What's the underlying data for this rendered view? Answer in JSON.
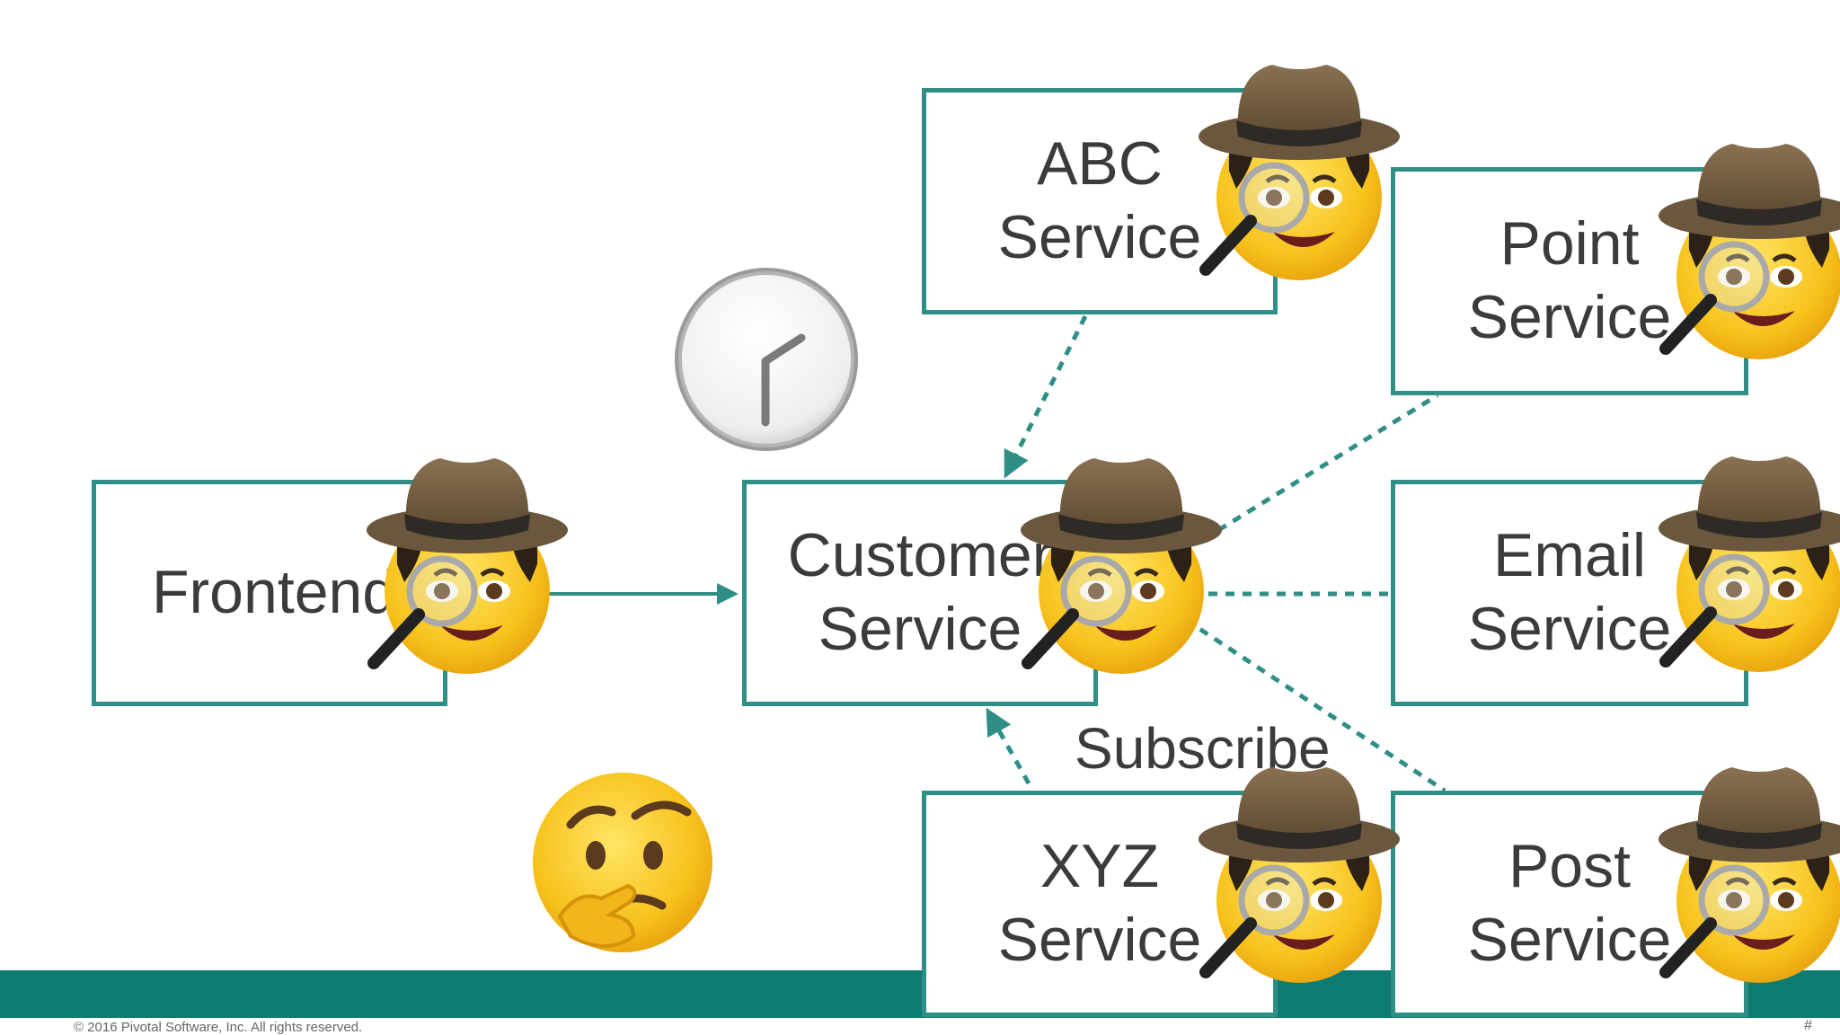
{
  "nodes": {
    "frontend": {
      "line1": "Frontend",
      "line2": ""
    },
    "customer": {
      "line1": "Customer",
      "line2": "Service"
    },
    "abc": {
      "line1": "ABC",
      "line2": "Service"
    },
    "point": {
      "line1": "Point",
      "line2": "Service"
    },
    "email": {
      "line1": "Email",
      "line2": "Service"
    },
    "xyz": {
      "line1": "XYZ",
      "line2": "Service"
    },
    "post": {
      "line1": "Post",
      "line2": "Service"
    }
  },
  "edge_label": "Subscribe",
  "footer": {
    "copyright": "© 2016 Pivotal Software, Inc.  All rights reserved.",
    "page": "#"
  },
  "colors": {
    "accent": "#2f8f86",
    "footer": "#0d7b72"
  },
  "icons": [
    "detective-emoji",
    "clock-icon",
    "thinking-face-emoji"
  ]
}
